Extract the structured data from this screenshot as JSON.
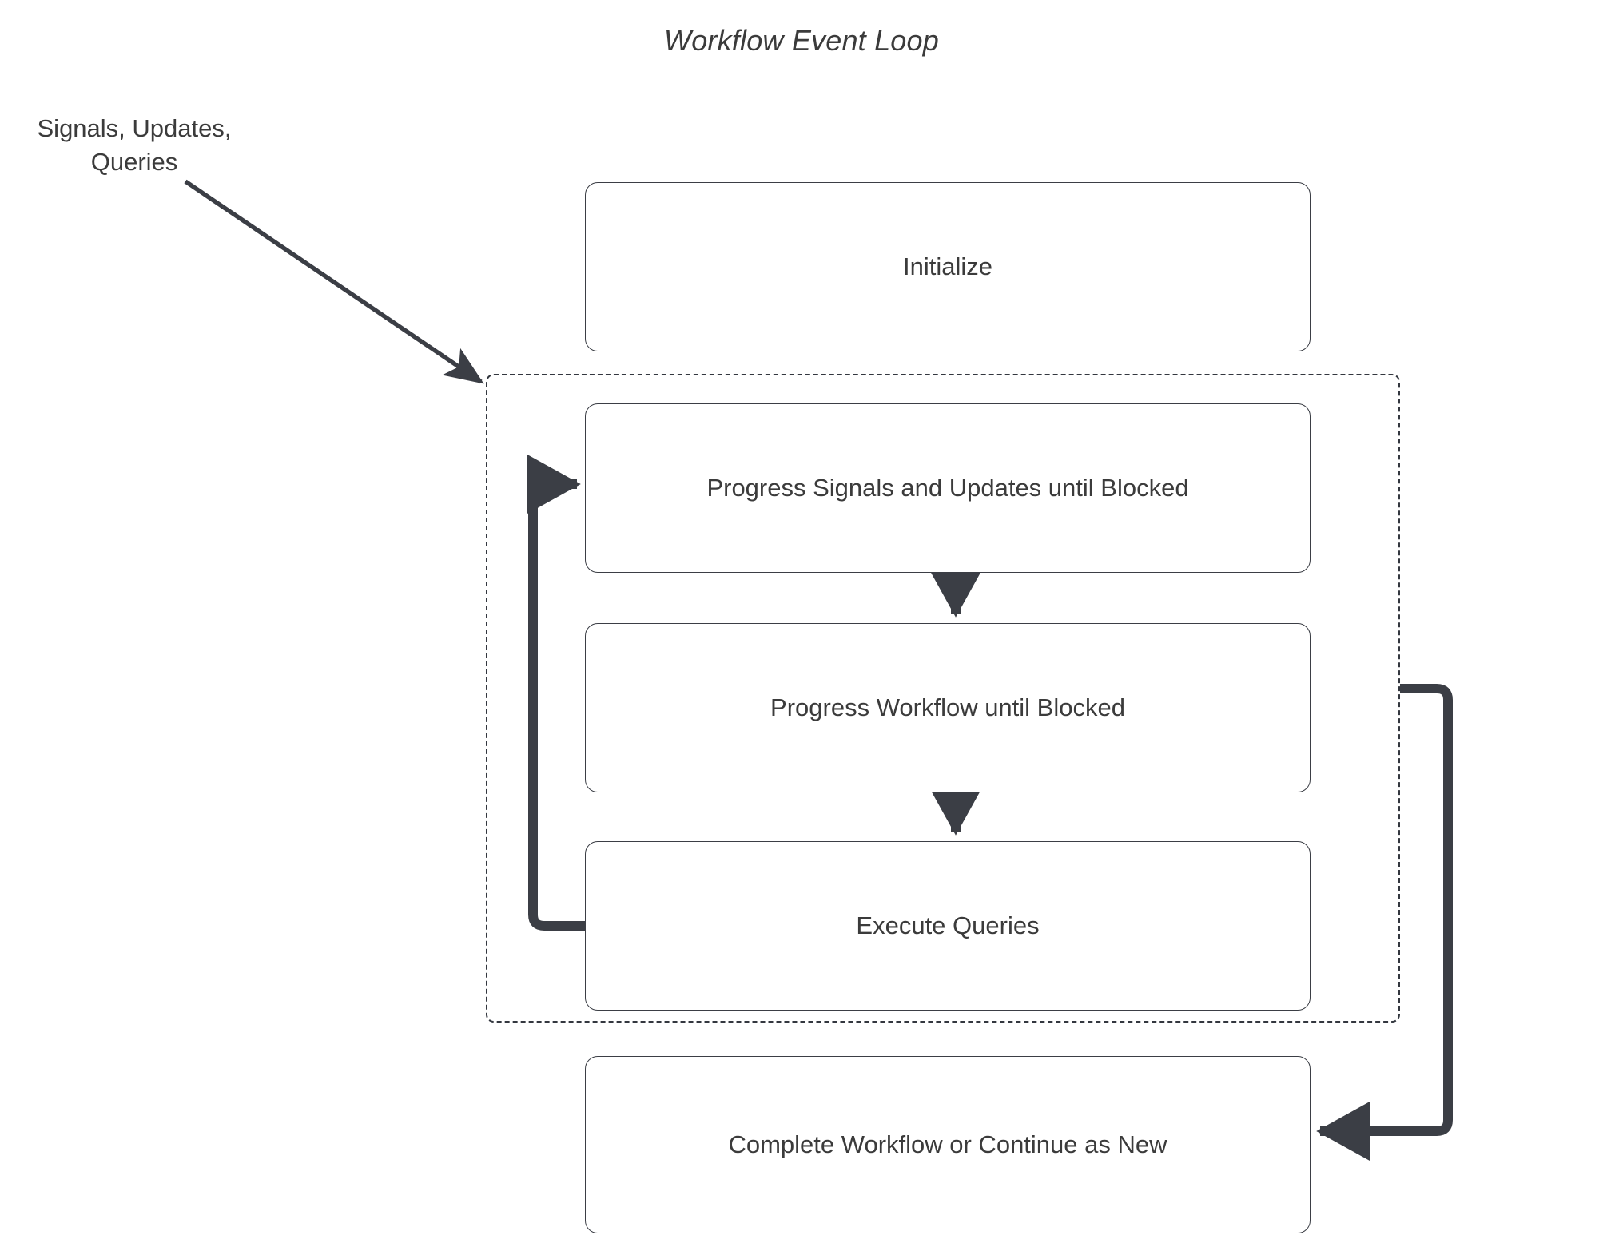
{
  "diagram": {
    "title": "Workflow Event Loop",
    "accent_color": "#3b3e45",
    "dashed_border_color": "#33373f",
    "text_color": "#3b3b3b",
    "background_color": "#ffffff",
    "input_label": "Signals, Updates,\nQueries",
    "nodes": [
      {
        "id": "initialize",
        "label": "Initialize"
      },
      {
        "id": "progress_su",
        "label": "Progress Signals and Updates until Blocked"
      },
      {
        "id": "progress_wf",
        "label": "Progress Workflow until Blocked"
      },
      {
        "id": "execute_q",
        "label": "Execute Queries"
      },
      {
        "id": "complete_wf",
        "label": "Complete Workflow or Continue as New"
      }
    ],
    "edges": [
      {
        "id": "input-to-loop",
        "from": "Signals, Updates, Queries",
        "to": "loop-container",
        "style": "diagonal-arrow"
      },
      {
        "id": "progress-su-to-wf",
        "from": "progress_su",
        "to": "progress_wf",
        "style": "down-arrow"
      },
      {
        "id": "progress-wf-to-exec",
        "from": "progress_wf",
        "to": "execute_q",
        "style": "down-arrow"
      },
      {
        "id": "exec-loop-back",
        "from": "execute_q",
        "to": "progress_su",
        "style": "left-up-right-arrow"
      },
      {
        "id": "loop-to-complete",
        "from": "loop-container",
        "to": "complete_wf",
        "style": "right-down-left-arrow"
      }
    ]
  }
}
